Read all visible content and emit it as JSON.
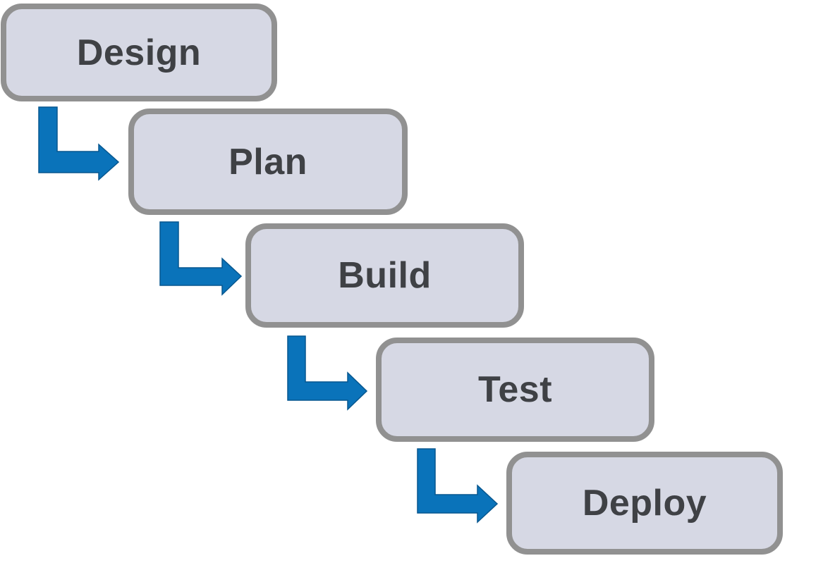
{
  "diagram": {
    "type": "process-flow",
    "direction": "stair-step-down-right",
    "steps": [
      {
        "label": "Design"
      },
      {
        "label": "Plan"
      },
      {
        "label": "Build"
      },
      {
        "label": "Test"
      },
      {
        "label": "Deploy"
      }
    ],
    "connections": [
      {
        "from": "Design",
        "to": "Plan",
        "style": "elbow-down-right-arrow"
      },
      {
        "from": "Plan",
        "to": "Build",
        "style": "elbow-down-right-arrow"
      },
      {
        "from": "Build",
        "to": "Test",
        "style": "elbow-down-right-arrow"
      },
      {
        "from": "Test",
        "to": "Deploy",
        "style": "elbow-down-right-arrow"
      }
    ]
  },
  "colors": {
    "background": "#ffffff",
    "box_fill": "#d6d8e4",
    "box_border": "#919191",
    "label_text": "#3f4145",
    "arrow_fill": "#0a73ba"
  }
}
